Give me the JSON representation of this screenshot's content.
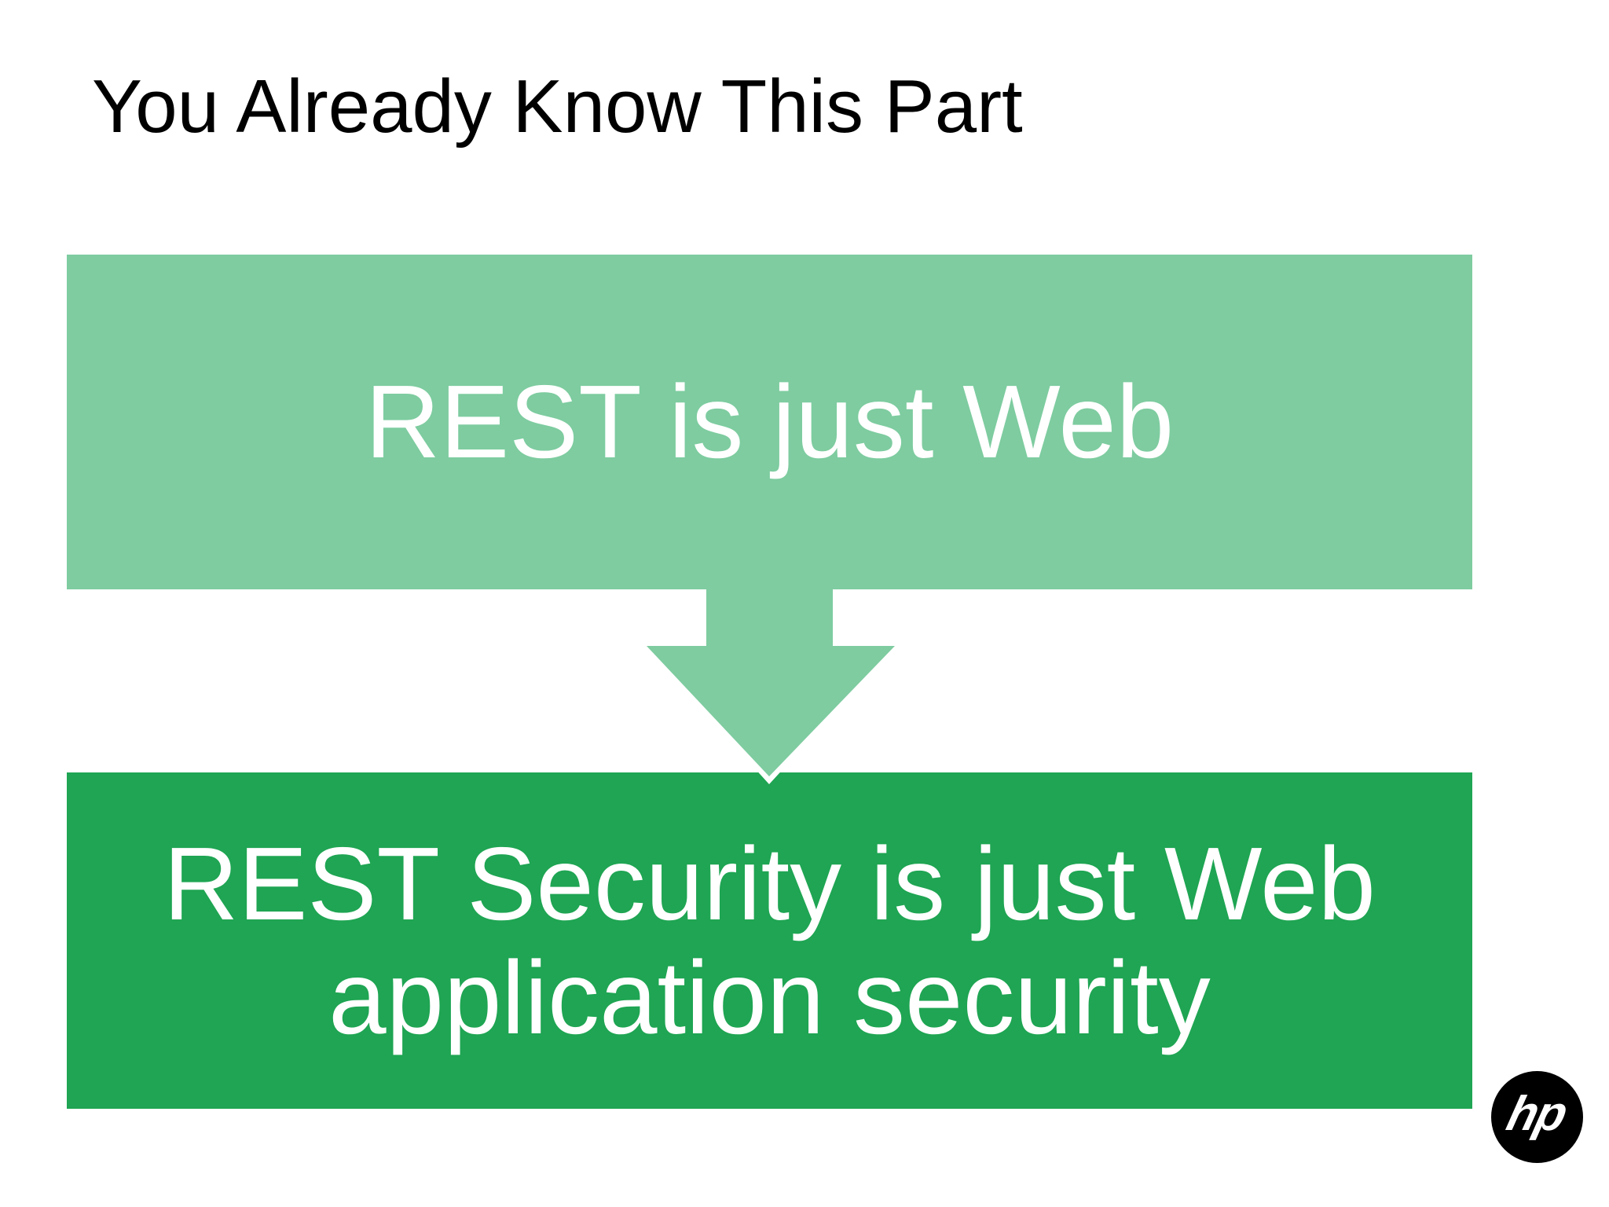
{
  "slide": {
    "title": "You Already Know This Part"
  },
  "colors": {
    "background": "#FFFFFF",
    "light-green": "#7ECCA0",
    "dark-green": "#1FA553",
    "box-text": "#FFFFFF",
    "title-text": "#000000",
    "logo-bg": "#000000",
    "logo-text": "#FFFFFF"
  },
  "diagram": {
    "top_box": {
      "label": "REST is just Web"
    },
    "arrow": {
      "type": "down-arrow"
    },
    "bottom_box": {
      "line1": "REST Security is just Web",
      "line2": "application security"
    }
  },
  "logo": {
    "text": "hp"
  }
}
